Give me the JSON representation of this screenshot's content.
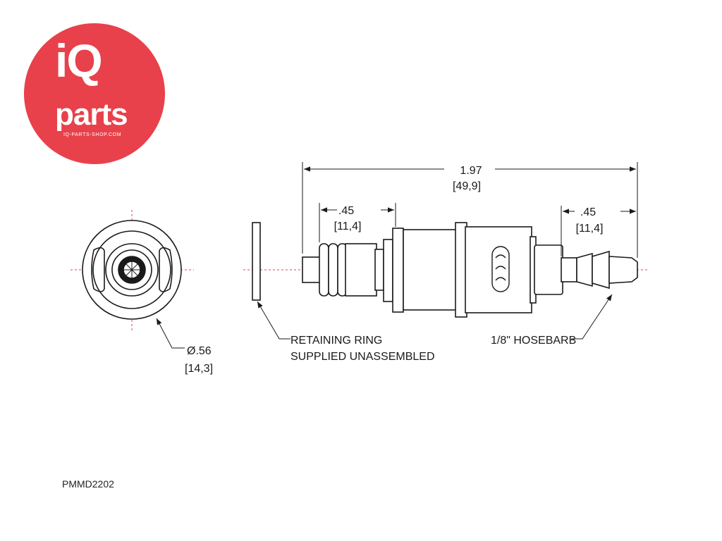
{
  "logo": {
    "primary": "iQ",
    "secondary": "parts",
    "url": "IQ-PARTS-SHOP.COM",
    "bg_color": "#e8414b"
  },
  "dimensions": {
    "overall": "1.97",
    "overall_mm": "[49,9]",
    "left_length": ".45",
    "left_length_mm": "[11,4]",
    "right_length": ".45",
    "right_length_mm": "[11,4]",
    "diameter": "Ø.56",
    "diameter_mm": "[14,3]"
  },
  "callouts": {
    "ring_line1": "RETAINING RING",
    "ring_line2": "SUPPLIED UNASSEMBLED",
    "hosebarb": "1/8\" HOSEBARB"
  },
  "part_number": "PMMD2202",
  "colors": {
    "line": "#1a1a1a",
    "centerline": "#e0454d"
  }
}
